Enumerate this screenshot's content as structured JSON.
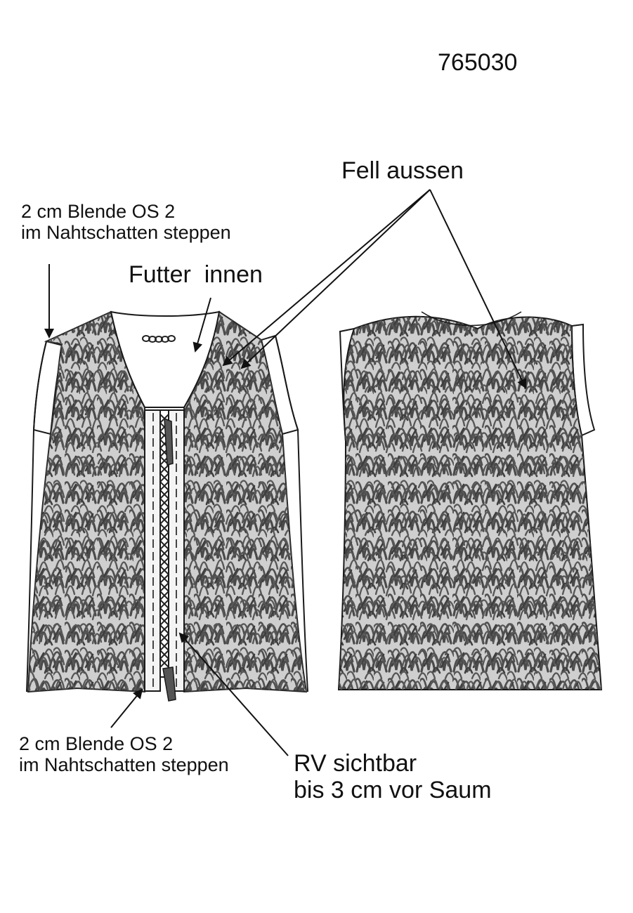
{
  "style_number": "765030",
  "labels": {
    "fell_aussen": "Fell aussen",
    "futter_innen": "Futter  innen",
    "blende_top": [
      "2 cm Blende OS 2",
      "im Nahtschatten steppen"
    ],
    "blende_bottom": [
      "2 cm Blende OS 2",
      "im Nahtschatten steppen"
    ],
    "rv": [
      "RV sichtbar",
      "bis 3 cm vor Saum"
    ]
  },
  "colors": {
    "fur": "#4a4a4a",
    "fur_fill": "#d9d9d9",
    "outline": "#1a1a1a",
    "zipper_tab": "#555555"
  }
}
